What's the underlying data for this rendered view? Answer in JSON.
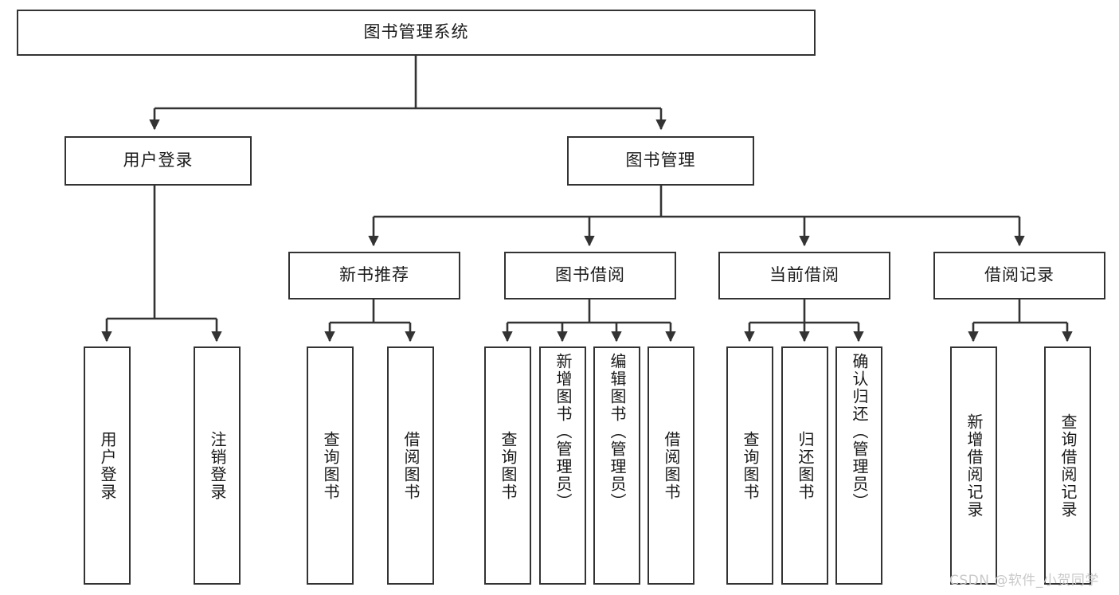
{
  "diagram": {
    "title_node": {
      "label": "图书管理系统"
    },
    "level2": [
      {
        "id": "user-login",
        "label": "用户登录"
      },
      {
        "id": "book-manage",
        "label": "图书管理"
      }
    ],
    "level3": [
      {
        "id": "new-book-recommend",
        "label": "新书推荐"
      },
      {
        "id": "book-borrow",
        "label": "图书借阅"
      },
      {
        "id": "current-borrow",
        "label": "当前借阅"
      },
      {
        "id": "borrow-record",
        "label": "借阅记录"
      }
    ],
    "leaves": [
      {
        "id": "leaf-user-login",
        "label": "用户登录",
        "parent": "user-login"
      },
      {
        "id": "leaf-user-logout",
        "label": "注销登录",
        "parent": "user-login"
      },
      {
        "id": "leaf-query-book-1",
        "label": "查询图书",
        "parent": "new-book-recommend"
      },
      {
        "id": "leaf-borrow-book-1",
        "label": "借阅图书",
        "parent": "new-book-recommend"
      },
      {
        "id": "leaf-query-book-2",
        "label": "查询图书",
        "parent": "book-borrow"
      },
      {
        "id": "leaf-add-book",
        "label": "新增图书（管理员）",
        "parent": "book-borrow"
      },
      {
        "id": "leaf-edit-book",
        "label": "编辑图书（管理员）",
        "parent": "book-borrow"
      },
      {
        "id": "leaf-borrow-book-2",
        "label": "借阅图书",
        "parent": "book-borrow"
      },
      {
        "id": "leaf-query-book-3",
        "label": "查询图书",
        "parent": "current-borrow"
      },
      {
        "id": "leaf-return-book",
        "label": "归还图书",
        "parent": "current-borrow"
      },
      {
        "id": "leaf-confirm-return",
        "label": "确认归还（管理员）",
        "parent": "current-borrow"
      },
      {
        "id": "leaf-add-record",
        "label": "新增借阅记录",
        "parent": "borrow-record"
      },
      {
        "id": "leaf-query-record",
        "label": "查询借阅记录",
        "parent": "borrow-record"
      }
    ],
    "watermark": "CSDN @软件_小贺同学",
    "colors": {
      "box_border": "#333333",
      "box_fill": "#ffffff",
      "edge": "#333333",
      "text": "#1a1a1a",
      "watermark": "#c9c9c9",
      "background": "#ffffff"
    }
  }
}
